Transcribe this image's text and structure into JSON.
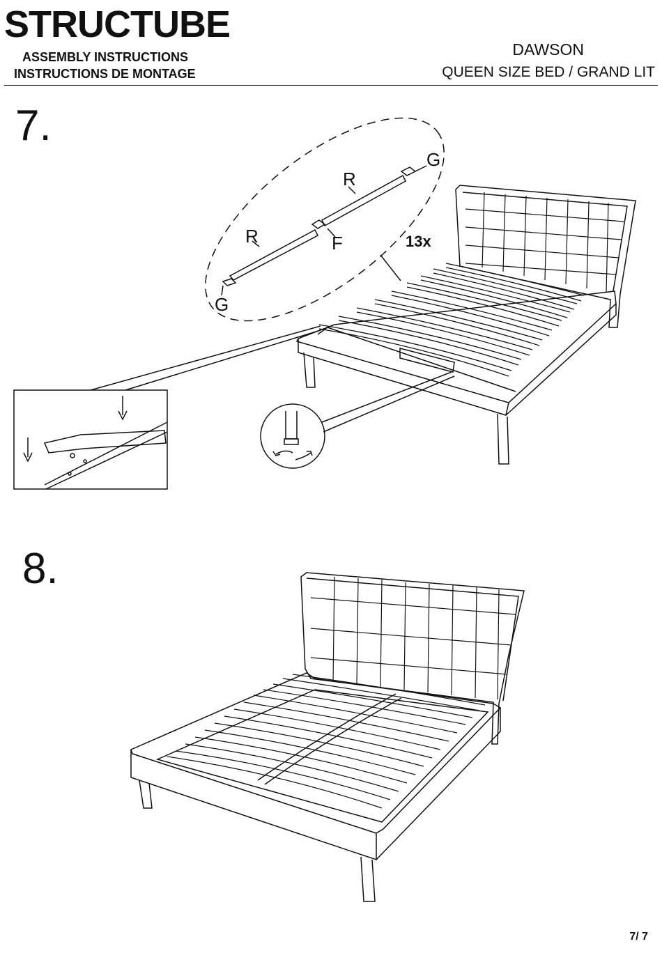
{
  "header": {
    "brand": "STRUCTUBE",
    "subtitle_en": "ASSEMBLY INSTRUCTIONS",
    "subtitle_fr": "INSTRUCTIONS DE MONTAGE",
    "model": "DAWSON",
    "product": "QUEEN SIZE BED / GRAND LIT"
  },
  "steps": [
    {
      "number": "7.",
      "part_labels": {
        "slat_left": "R",
        "slat_right": "R",
        "cap_left": "G",
        "cap_right": "G",
        "connector": "F"
      },
      "quantity": "13x"
    },
    {
      "number": "8."
    }
  ],
  "footer": {
    "page": "7/ 7"
  }
}
